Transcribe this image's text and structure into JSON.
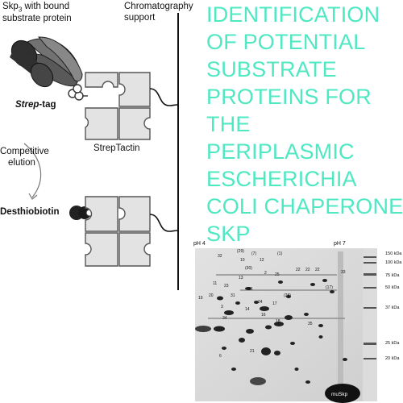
{
  "diagram": {
    "skp_label": "Skp",
    "skp_subscript": "3",
    "skp_label_rest": " with bound",
    "substrate_label": "substrate protein",
    "chromatography_label_1": "Chromatography",
    "chromatography_label_2": "support",
    "strep_label_italic": "Strep",
    "strep_label_rest": "-tag",
    "streptactin_label": "StrepTactin",
    "competitive_label": "Competitive",
    "elution_label": "elution",
    "desthiobiotin_label": "Desthiobiotin"
  },
  "title_lines": [
    "IDENTIFICATION",
    "OF POTENTIAL",
    "SUBSTRATE",
    "PROTEINS FOR",
    "THE",
    "PERIPLASMIC",
    "ESCHERICHIA",
    "COLI CHAPERONE",
    "SKP"
  ],
  "gel": {
    "ph_left": "pH 4",
    "ph_right": "pH 7",
    "muskp": "muSkp",
    "markers": [
      "150 kDa",
      "100 kDa",
      "75 kDa",
      "50 kDa",
      "37 kDa",
      "25 kDa",
      "20 kDa"
    ],
    "spot_labels": [
      "(29)",
      "(7)",
      "(1)",
      "32",
      "10",
      "12",
      "22",
      "22",
      "22",
      "(30)",
      "33",
      "2",
      "25",
      "13",
      "11",
      "(17)",
      "23",
      "26",
      "(28)",
      "31",
      "17",
      "19",
      "20",
      "24",
      "3",
      "14",
      "16",
      "18",
      "35",
      "34",
      "21",
      "6"
    ]
  },
  "colors": {
    "title": "#4fe8c3",
    "diagram_block": "#e3e3e3",
    "diagram_stroke": "#555555",
    "skp_dark": "#303030",
    "gel_bg": "#d9d9d9"
  }
}
